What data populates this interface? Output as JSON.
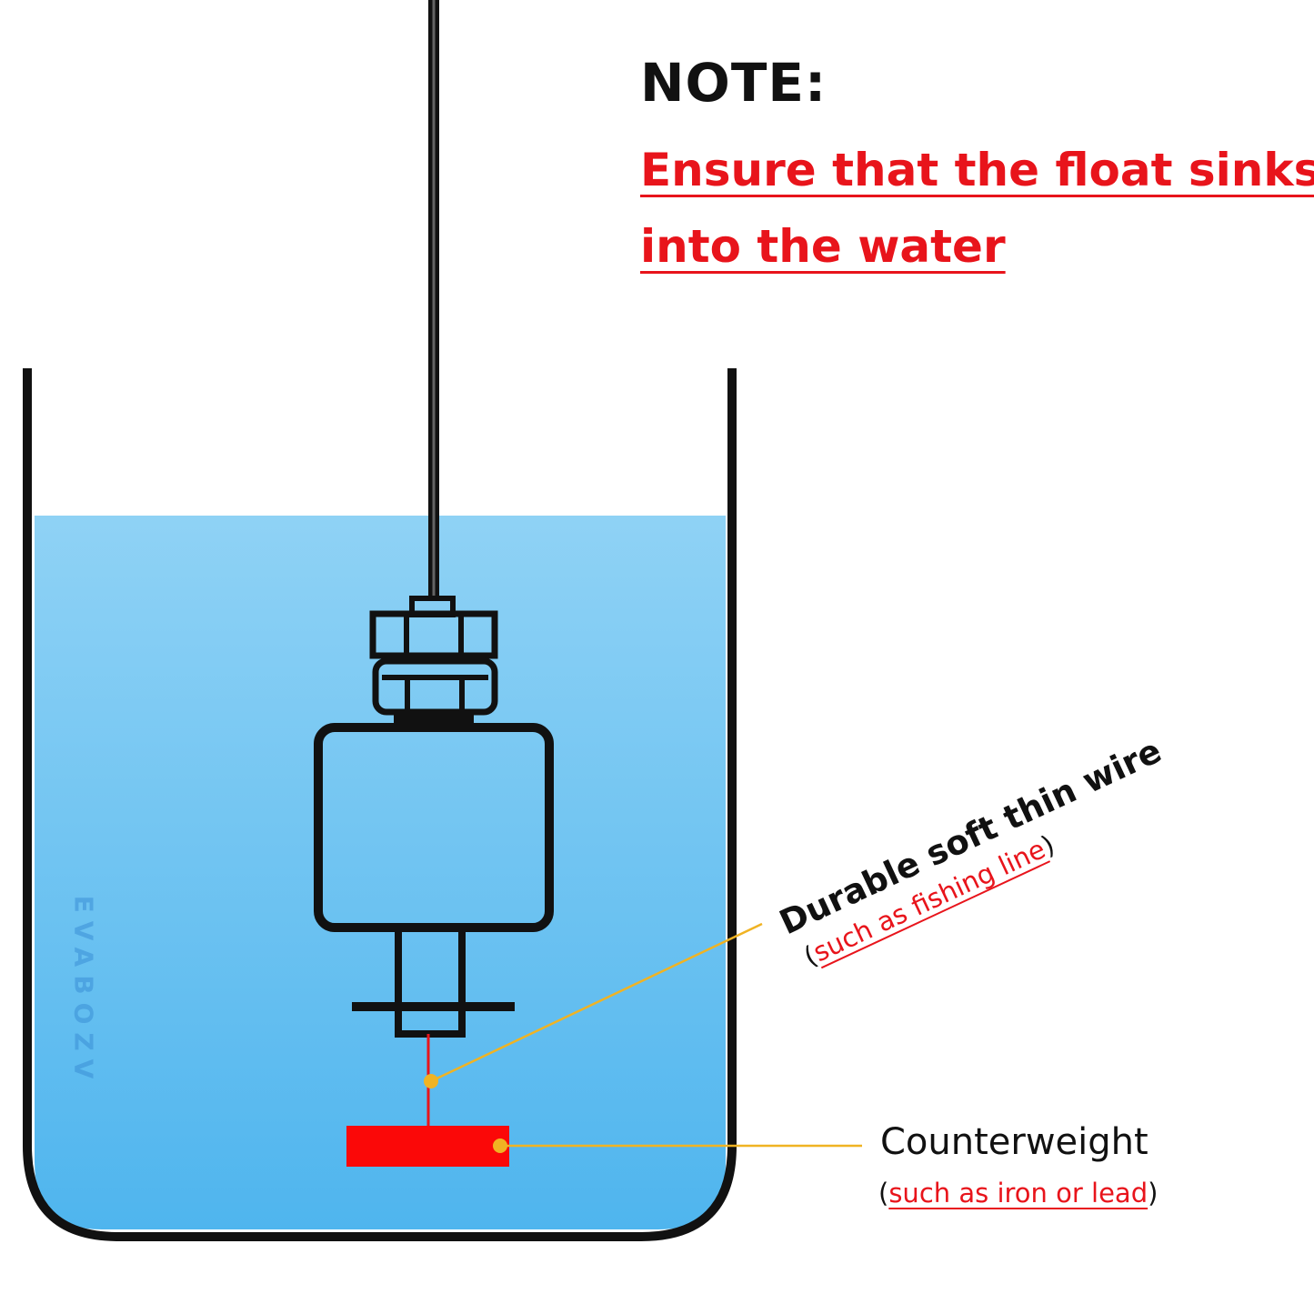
{
  "note": {
    "title": "NOTE:",
    "line1": "Ensure that the float sinks",
    "line2": "into the water"
  },
  "labels": {
    "wire_title": "Durable soft thin wire",
    "wire_sub_open": "(",
    "wire_sub_text": "such as fishing line",
    "wire_sub_close": ")",
    "counterweight_title": "Counterweight",
    "counterweight_sub_open": "(",
    "counterweight_sub_text": "such as iron or lead",
    "counterweight_sub_close": ")"
  },
  "watermark": "EVABOZV",
  "colors": {
    "note_red": "#e8141b",
    "outline": "#111111",
    "water_top": "#8fd2f5",
    "water_bottom": "#4fb5ee",
    "wire_red": "#e8141b",
    "counterweight": "#fb0808",
    "leader": "#f0b323",
    "watermark": "#3a8fd6"
  },
  "icons": {
    "tank": "container-icon",
    "float": "float-switch-icon",
    "weight": "counterweight-block"
  }
}
